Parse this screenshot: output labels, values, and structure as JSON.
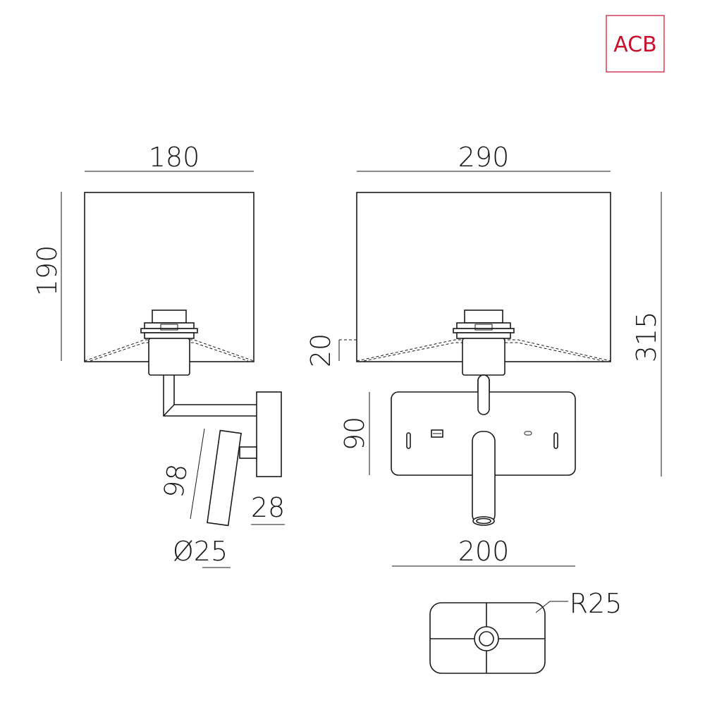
{
  "brand": {
    "logo_text": "ACB",
    "color": "#c8102e"
  },
  "line_color": "#1a1a1a",
  "dimensions": {
    "side_width": "180",
    "side_height": "190",
    "front_width": "290",
    "total_height": "315",
    "shade_offset": "20",
    "plate_height": "90",
    "reading_arm_length": "98",
    "reading_head_depth": "28",
    "reading_diameter": "Ø25",
    "plate_width": "200",
    "plate_radius": "R25"
  }
}
